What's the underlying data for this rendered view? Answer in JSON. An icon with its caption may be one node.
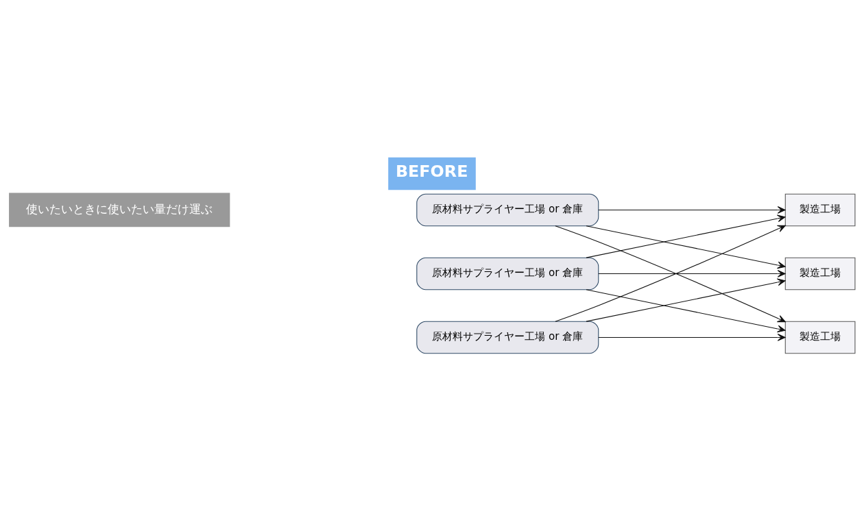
{
  "diagram": {
    "title": "BEFORE",
    "nodes": [
      {
        "text": [
          "原材料サプライヤー工場 or 倉庫"
        ]
      },
      {
        "text": [
          "原材料サプライヤー工場 or 倉庫"
        ]
      },
      {
        "text": [
          "原材料サプライヤー工場 or 倉庫"
        ]
      },
      {
        "text": [
          "製造工場"
        ]
      },
      {
        "text": [
          "製造工場"
        ]
      },
      {
        "text": [
          "製造工場"
        ]
      }
    ],
    "edges": [
      {
        "from": 0,
        "to": 3,
        "arrow": "to"
      },
      {
        "from": 0,
        "to": 4,
        "arrow": "to"
      },
      {
        "from": 0,
        "to": 5,
        "arrow": "to"
      },
      {
        "from": 1,
        "to": 3,
        "arrow": "to"
      },
      {
        "from": 1,
        "to": 4,
        "arrow": "to"
      },
      {
        "from": 1,
        "to": 5,
        "arrow": "to"
      },
      {
        "from": 2,
        "to": 3,
        "arrow": "to"
      },
      {
        "from": 2,
        "to": 4,
        "arrow": "to"
      },
      {
        "from": 2,
        "to": 5,
        "arrow": "to"
      }
    ],
    "labels": [
      "使いたいときに使いたい量だけ運ぶ"
    ]
  }
}
